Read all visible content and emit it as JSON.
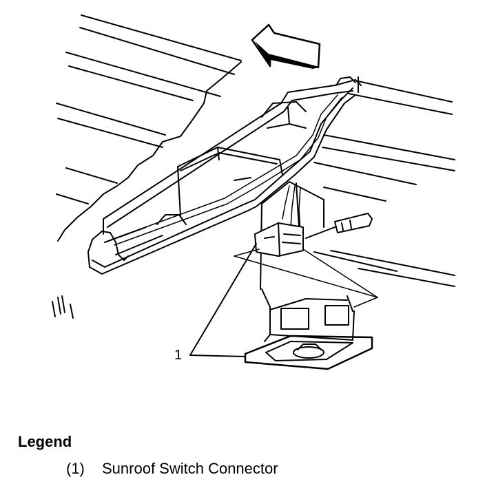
{
  "diagram": {
    "callout_number": "1"
  },
  "legend": {
    "title": "Legend",
    "items": [
      {
        "number": "(1)",
        "label": "Sunroof Switch Connector"
      }
    ]
  }
}
